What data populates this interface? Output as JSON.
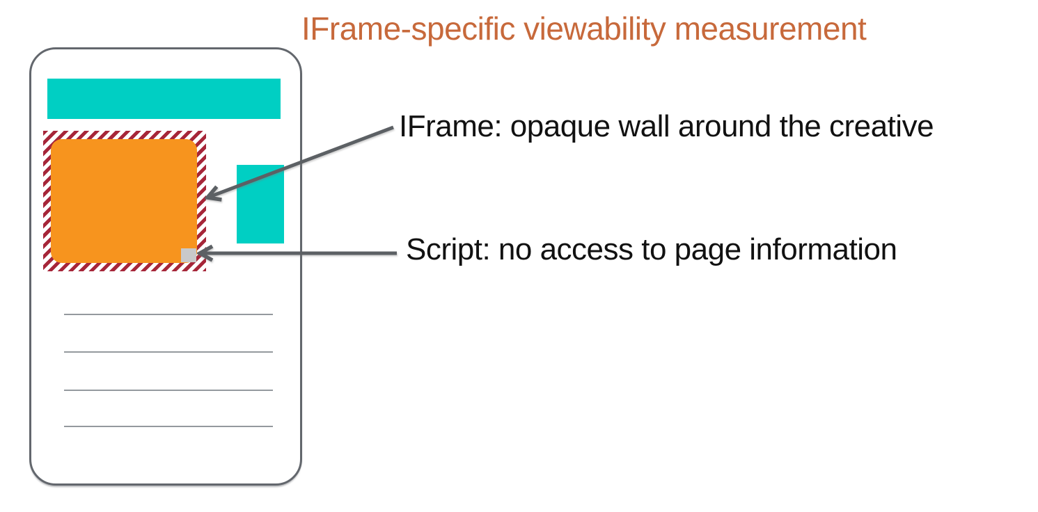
{
  "title": "IFrame-specific viewability measurement",
  "annotations": {
    "iframe": "IFrame: opaque wall around the creative",
    "script": "Script: no access to page information"
  },
  "colors": {
    "title_color": "#C7693B",
    "teal": "#00CFC3",
    "orange": "#F7941E",
    "hatch_red": "#A62639",
    "script_gray": "#C9C9C9",
    "arrow_gray": "#5C6064",
    "page_border": "#63676D",
    "line_gray": "#94999E",
    "text_color": "#111111"
  }
}
